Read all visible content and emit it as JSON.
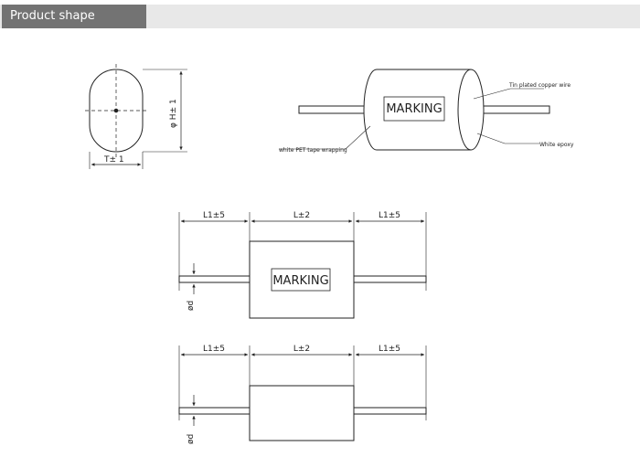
{
  "header": {
    "title": "Product shape"
  },
  "end_view": {
    "height_label": "φ H± 1",
    "width_label": "T± 1"
  },
  "perspective_view": {
    "marking": "MARKING",
    "wire_label": "Tin plated copper wire",
    "epoxy_label": "White epoxy",
    "wrap_label": "white PET tape wrapping"
  },
  "side_view_1": {
    "marking": "MARKING",
    "dim_left": "L1±5",
    "dim_body": "L±2",
    "dim_right": "L1±5",
    "diameter": "ød"
  },
  "side_view_2": {
    "dim_left": "L1±5",
    "dim_body": "L±2",
    "dim_right": "L1±5",
    "diameter": "ød"
  }
}
